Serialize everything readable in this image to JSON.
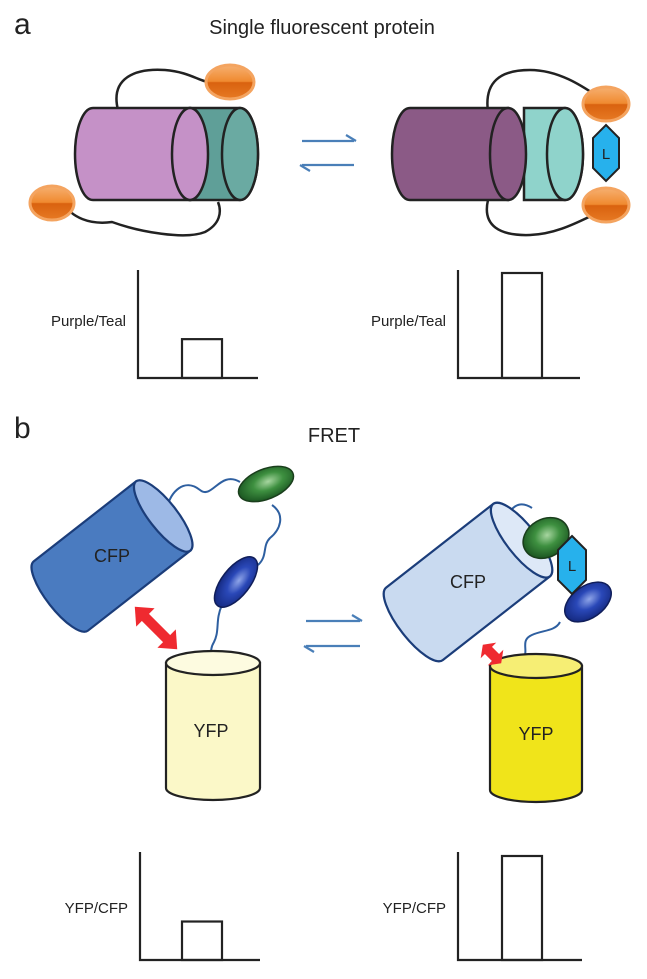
{
  "panel_a": {
    "letter": "a",
    "title": "Single fluorescent protein",
    "left_axis_label": "Purple/Teal",
    "right_axis_label": "Purple/Teal",
    "ligand_label": "L",
    "left_bar_level": 0.37,
    "right_bar_level": 1.0
  },
  "panel_b": {
    "letter": "b",
    "title": "FRET",
    "cfp_left_label": "CFP",
    "cfp_right_label": "CFP",
    "yfp_left_label": "YFP",
    "yfp_right_label": "YFP",
    "ligand_label": "L",
    "left_axis_label": "YFP/CFP",
    "right_axis_label": "YFP/CFP",
    "left_bar_level": 0.37,
    "right_bar_level": 1.0
  },
  "colors": {
    "purple_light": "#c591c7",
    "purple_dark": "#8b5a86",
    "teal_dark": "#5f9f98",
    "teal_light": "#8fd3cb",
    "orange": "#ec7a1e",
    "ligand_blue": "#27b1ec",
    "arrow_blue": "#4a7fb8",
    "cfp_dark": "#4a7bc0",
    "cfp_light": "#c9daf0",
    "yfp_pale": "#fbf8c8",
    "yfp_bright": "#f0e41a",
    "fret_red": "#ef2a30",
    "green": "#2b7a34",
    "navy": "#1f3a99"
  }
}
